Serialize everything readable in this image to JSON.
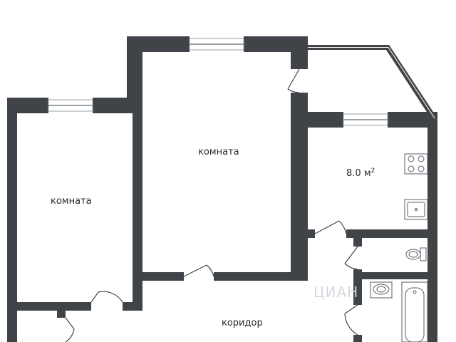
{
  "plan": {
    "colors": {
      "wall": "#404448",
      "window": "#9aa0a6",
      "fixture": "#5a5e62",
      "floor": "#ffffff",
      "watermark": "#d4d8dd"
    },
    "rooms": [
      {
        "id": "room-1",
        "label": "комната"
      },
      {
        "id": "room-2",
        "label": "комната"
      },
      {
        "id": "kitchen",
        "area_value": "8.0",
        "area_unit": "м",
        "area_sup": "2"
      },
      {
        "id": "corridor",
        "label": "коридор"
      }
    ],
    "watermark": "ЦИАН"
  }
}
